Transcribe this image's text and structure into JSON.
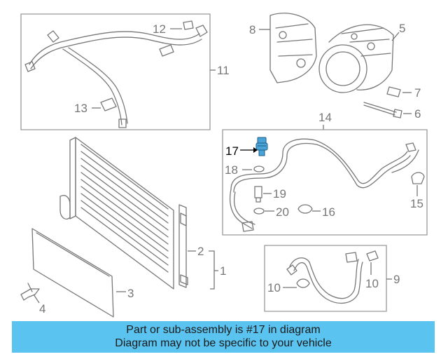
{
  "callouts": {
    "c1": "1",
    "c2": "2",
    "c3": "3",
    "c4": "4",
    "c5": "5",
    "c6": "6",
    "c7": "7",
    "c8": "8",
    "c9": "9",
    "c10a": "10",
    "c10b": "10",
    "c11": "11",
    "c12": "12",
    "c13": "13",
    "c14": "14",
    "c15": "15",
    "c16": "16",
    "c17": "17",
    "c18": "18",
    "c19": "19",
    "c20": "20"
  },
  "highlight": {
    "part_number": "17",
    "color": "#4aa3d6"
  },
  "banner": {
    "line1": "Part or sub-assembly is #17 in diagram",
    "line2": "Diagram may not be specific to your vehicle",
    "background": "#5ac3f0"
  }
}
